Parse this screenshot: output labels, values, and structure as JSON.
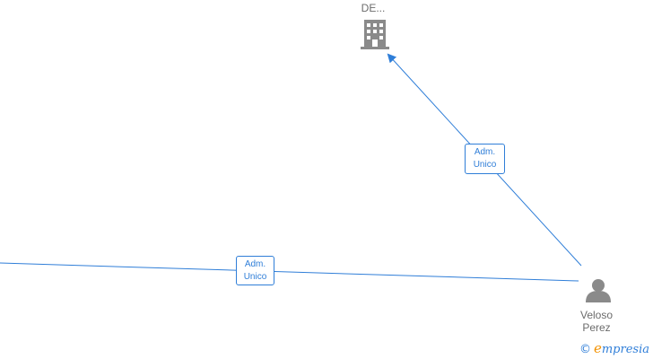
{
  "nodes": {
    "company": {
      "label": "DE...",
      "icon": "building-icon"
    },
    "person": {
      "label_line1": "Veloso",
      "label_line2": "Perez",
      "icon": "person-icon"
    }
  },
  "edges": [
    {
      "line1": "Adm.",
      "line2": "Unico"
    },
    {
      "line1": "Adm.",
      "line2": "Unico"
    }
  ],
  "watermark": {
    "symbol": "©",
    "brand_initial": "e",
    "brand_rest": "mpresia"
  },
  "colors": {
    "edge": "#2f7ed8",
    "icon": "#8a8a8a",
    "label": "#6b6b6b",
    "brand_accent": "#f39200"
  }
}
